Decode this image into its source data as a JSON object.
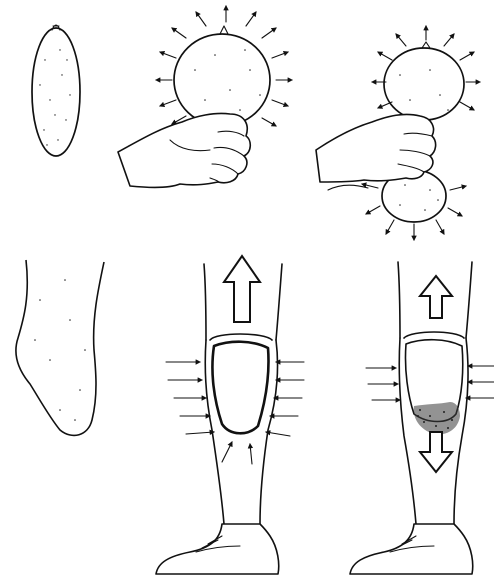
{
  "diagram": {
    "panels": [
      {
        "id": "deflated-balloon",
        "icon": "balloon-icon"
      },
      {
        "id": "hand-squeezing-balloon",
        "icon": "hand-balloon-icon"
      },
      {
        "id": "hand-squeezing-balloon-split",
        "icon": "hand-two-balloons-icon"
      },
      {
        "id": "residual-limb",
        "icon": "residual-limb-icon"
      },
      {
        "id": "socket-fit-even-pressure",
        "icon": "prosthetic-leg-icon"
      },
      {
        "id": "socket-fit-distal-edema",
        "icon": "prosthetic-leg-edema-icon"
      }
    ],
    "colors": {
      "ink": "#111111",
      "paper": "#ffffff"
    }
  }
}
